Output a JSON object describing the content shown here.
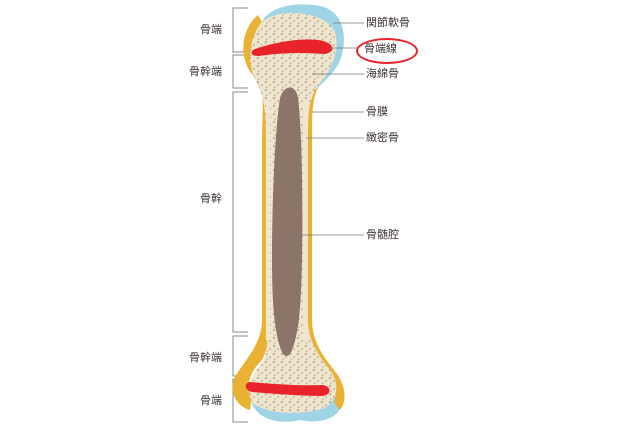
{
  "diagram": {
    "subject": "long bone structure",
    "colors": {
      "articular_cartilage": "#9fd3e6",
      "periosteum": "#e9b232",
      "spongy_bone": "#efe6cf",
      "spongy_speckle": "#c7b49a",
      "marrow_cavity": "#8c7468",
      "epiphyseal_line": "#e8232a",
      "bracket_line": "#8a8a8a",
      "leader_line": "#777777",
      "highlight_circle": "#e8232a"
    },
    "left_labels": [
      {
        "id": "epiphysis-top",
        "text": "骨端"
      },
      {
        "id": "metaphysis-top",
        "text": "骨幹端"
      },
      {
        "id": "diaphysis",
        "text": "骨幹"
      },
      {
        "id": "metaphysis-bottom",
        "text": "骨幹端"
      },
      {
        "id": "epiphysis-bottom",
        "text": "骨端"
      }
    ],
    "right_labels": [
      {
        "id": "articular-cartilage",
        "text": "関節軟骨"
      },
      {
        "id": "epiphyseal-line",
        "text": "骨端線",
        "highlighted": true
      },
      {
        "id": "spongy-bone",
        "text": "海綿骨"
      },
      {
        "id": "periosteum",
        "text": "骨膜"
      },
      {
        "id": "compact-bone",
        "text": "緻密骨"
      },
      {
        "id": "marrow-cavity",
        "text": "骨髄腔"
      }
    ]
  }
}
